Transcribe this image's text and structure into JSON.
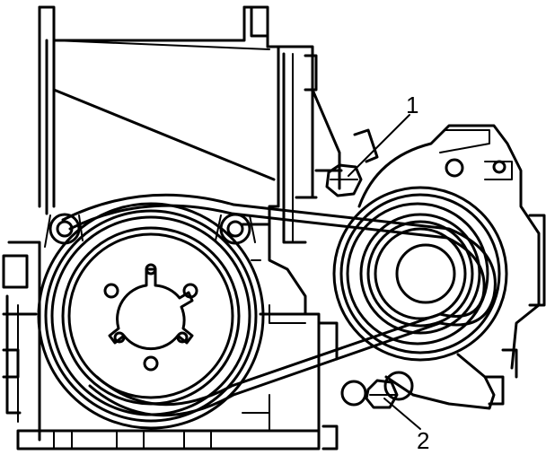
{
  "figure": {
    "callouts": [
      {
        "id": "1",
        "label": "1"
      },
      {
        "id": "2",
        "label": "2"
      }
    ]
  },
  "colors": {
    "ink": "#000000",
    "paper": "#ffffff"
  }
}
